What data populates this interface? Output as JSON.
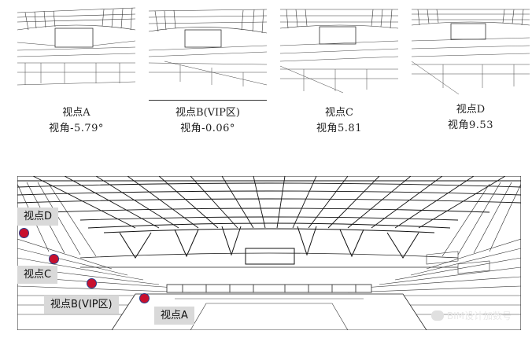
{
  "views": [
    {
      "name": "视点A",
      "angle": "视角-5.79°"
    },
    {
      "name": "视点B(VIP区)",
      "angle": "视角-0.06°"
    },
    {
      "name": "视点C",
      "angle": "视角5.81"
    },
    {
      "name": "视点D",
      "angle": "视角9.53"
    }
  ],
  "markers": {
    "d": "视点D",
    "c": "视点C",
    "b": "视点B(VIP区)",
    "a": "视点A"
  },
  "watermark": "BIM设计加数号",
  "colors": {
    "marker_fill": "#c8102e",
    "marker_ring": "#2a3f8a",
    "tag_bg": "#d9d9d9"
  }
}
